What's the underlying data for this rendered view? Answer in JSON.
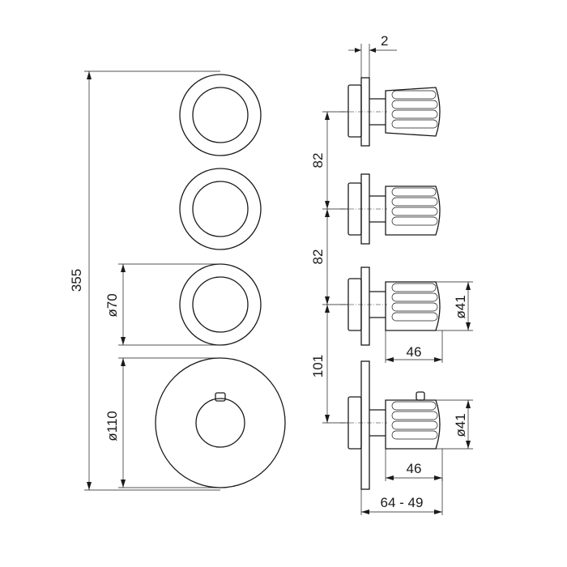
{
  "dimensions": {
    "total_height": "355",
    "diameter_small": "ø70",
    "diameter_large": "ø110",
    "plate_thickness": "2",
    "spacing_1": "82",
    "spacing_2": "82",
    "spacing_3": "101",
    "knob_diameter_a": "ø41",
    "knob_length_a": "46",
    "knob_diameter_b": "ø41",
    "knob_length_b": "46",
    "projection_range": "64 - 49"
  }
}
